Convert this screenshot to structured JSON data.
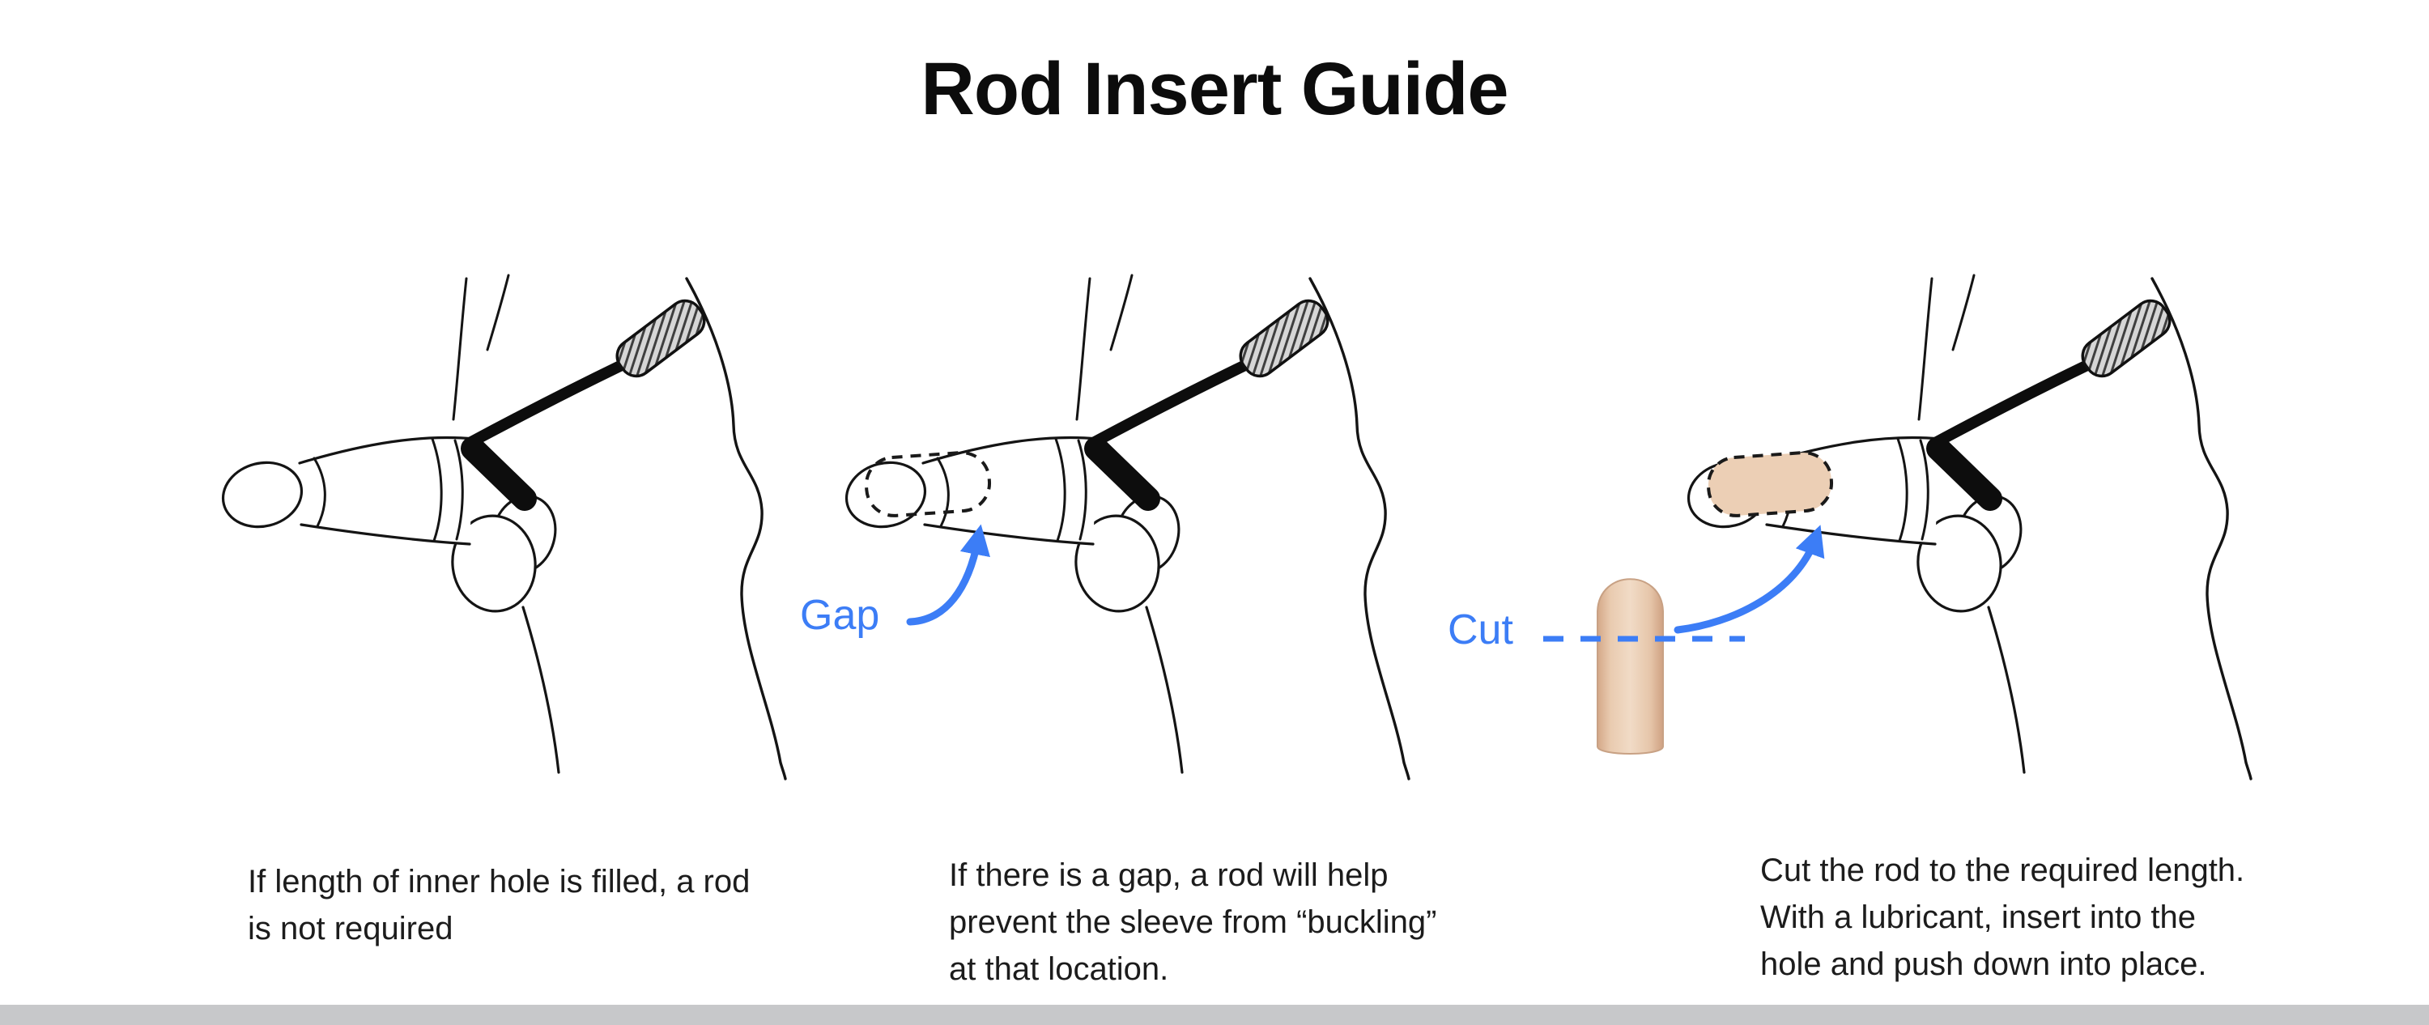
{
  "title": "Rod Insert Guide",
  "annotations": {
    "gap_label": "Gap",
    "cut_label": "Cut"
  },
  "panels": [
    {
      "id": 1,
      "caption": "If length of inner hole is filled, a rod\nis not required"
    },
    {
      "id": 2,
      "caption": "If there is a gap, a rod will help\nprevent the sleeve from “buckling”\nat that location."
    },
    {
      "id": 3,
      "caption": "Cut the rod to the required length.\nWith a lubricant, insert into the\nhole and push down into place."
    }
  ],
  "colors": {
    "accent_blue": "#3C7DF6",
    "rod_tan": "#E6C6AA",
    "line_black": "#141414",
    "bottom_bar_gray": "#C7C8CA",
    "background": "#FFFFFF"
  }
}
